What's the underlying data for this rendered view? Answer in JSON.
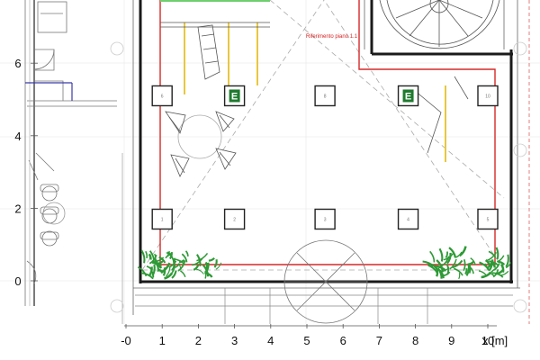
{
  "chart_data": {
    "type": "diagram",
    "x_axis": {
      "ticks": [
        "-0",
        "1",
        "2",
        "3",
        "4",
        "5",
        "6",
        "7",
        "8",
        "9",
        "10"
      ],
      "unit_label": "x [m]",
      "range": [
        -0.5,
        11
      ]
    },
    "y_axis": {
      "ticks": [
        "0",
        "2",
        "4",
        "6"
      ],
      "range": [
        0,
        7.5
      ]
    },
    "annotation": "Riferimento piano 1.1",
    "square_markers": [
      {
        "x": 1,
        "y": 5.1,
        "label": "6"
      },
      {
        "x": 3,
        "y": 5.1,
        "label": "E",
        "exit": true
      },
      {
        "x": 5.5,
        "y": 5.1,
        "label": "8"
      },
      {
        "x": 7.8,
        "y": 5.1,
        "label": "E",
        "exit": true
      },
      {
        "x": 10,
        "y": 5.1,
        "label": "10"
      },
      {
        "x": 1,
        "y": 1.7,
        "label": "1"
      },
      {
        "x": 3,
        "y": 1.7,
        "label": "2"
      },
      {
        "x": 5.5,
        "y": 1.7,
        "label": "3"
      },
      {
        "x": 7.8,
        "y": 1.7,
        "label": "4"
      },
      {
        "x": 10,
        "y": 1.7,
        "label": "5"
      }
    ]
  },
  "colors": {
    "wall": "#1a1a1a",
    "red_boundary": "#d62828",
    "plant": "#2e9a36",
    "exit_sign": "#1f7a2e",
    "yellow_mark": "#e8c840",
    "grid": "#bfbfbf",
    "blue_mark": "#3a3aa8"
  }
}
